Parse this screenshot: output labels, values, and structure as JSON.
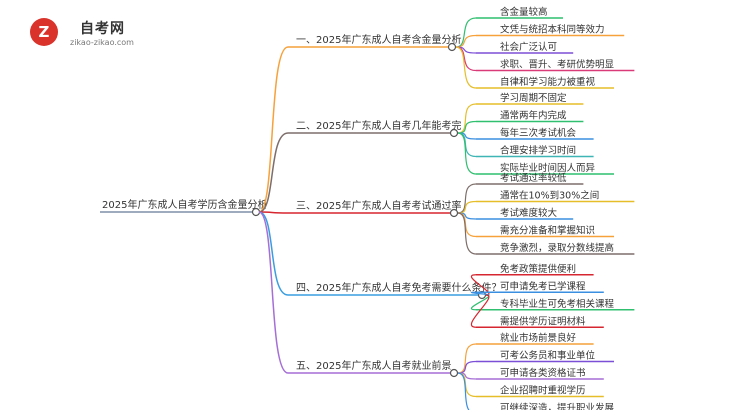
{
  "logo": {
    "name": "自考网",
    "sub": "zikao-zikao.com",
    "badge": "Z"
  },
  "root": {
    "label": "2025年广东成人自考学历含金量分析",
    "color": "#7e8fa8"
  },
  "branches": [
    {
      "label": "一、2025年广东成人自考含金量分析",
      "color": "#f6a13a",
      "leaves": [
        {
          "label": "含金量较高",
          "color": "#2fbf6f"
        },
        {
          "label": "文凭与统招本科同等效力",
          "color": "#f6a13a"
        },
        {
          "label": "社会广泛认可",
          "color": "#7b4fd6"
        },
        {
          "label": "求职、晋升、考研优势明显",
          "color": "#d93b78"
        },
        {
          "label": "自律和学习能力被重视",
          "color": "#e6be2a"
        }
      ]
    },
    {
      "label": "二、2025年广东成人自考几年能考完",
      "color": "#7d6e6a",
      "leaves": [
        {
          "label": "学习周期不固定",
          "color": "#e6be2a"
        },
        {
          "label": "通常两年内完成",
          "color": "#2fbf6f"
        },
        {
          "label": "每年三次考试机会",
          "color": "#3a8fe0"
        },
        {
          "label": "合理安排学习时间",
          "color": "#3fb5b5"
        },
        {
          "label": "实际毕业时间因人而异",
          "color": "#2fbf6f"
        }
      ]
    },
    {
      "label": "三、2025年广东成人自考考试通过率",
      "color": "#d6262f",
      "leaves": [
        {
          "label": "考试通过率较低",
          "color": "#7d6e6a"
        },
        {
          "label": "通常在10%到30%之间",
          "color": "#e6be2a"
        },
        {
          "label": "考试难度较大",
          "color": "#3a8fe0"
        },
        {
          "label": "需充分准备和掌握知识",
          "color": "#f6a13a"
        },
        {
          "label": "竞争激烈，录取分数线提高",
          "color": "#7d6e6a"
        }
      ]
    },
    {
      "label": "四、2025年广东成人自考免考需要什么条件？",
      "color": "#3a9de0",
      "leaves": [
        {
          "label": "免考政策提供便利",
          "color": "#d6262f"
        },
        {
          "label": "可申请免考已学课程",
          "color": "#3a8fe0"
        },
        {
          "label": "专科毕业生可免考相关课程",
          "color": "#2fbf6f"
        },
        {
          "label": "需提供学历证明材料",
          "color": "#d6262f"
        }
      ]
    },
    {
      "label": "五、2025年广东成人自考就业前景",
      "color": "#a56fd6",
      "leaves": [
        {
          "label": "就业市场前景良好",
          "color": "#f6a13a"
        },
        {
          "label": "可考公务员和事业单位",
          "color": "#7b4fd6"
        },
        {
          "label": "可申请各类资格证书",
          "color": "#a56fd6"
        },
        {
          "label": "企业招聘时重视学历",
          "color": "#e6be2a"
        },
        {
          "label": "可继续深造，提升职业发展",
          "color": "#3a8fe0"
        }
      ]
    }
  ]
}
